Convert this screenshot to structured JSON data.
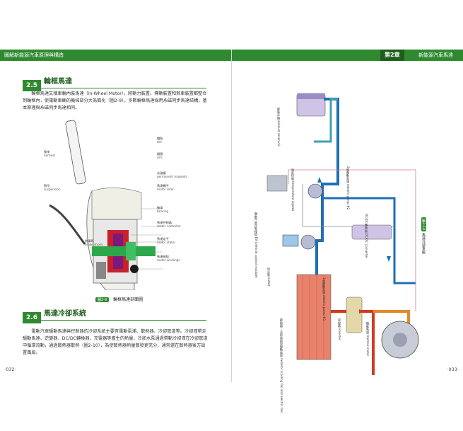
{
  "left": {
    "header": "圖解新能源汽車原理與構造",
    "sec1": {
      "num": "2.5",
      "title": "輪框馬達",
      "text": "輪框馬達又稱車輪內裝馬達（In-Wheel Motor），將動力裝置、傳動裝置和煞車裝置都整合到輪框內，使電動車輛的機械部分大為簡化（圖2-9）。多數輪框馬達採用永磁同步馬達結構，基本原理與永磁同步馬達相同。"
    },
    "figure1": {
      "labels": {
        "tire": {
          "zh": "輪胎",
          "en": "tire"
        },
        "rim": {
          "zh": "鋼圈",
          "en": "rim"
        },
        "magnet": {
          "zh": "永磁鐵",
          "en": "permanent magnets"
        },
        "rotor": {
          "zh": "馬達轉子",
          "en": "motor rotor"
        },
        "bearing": {
          "zh": "軸承",
          "en": "bearing"
        },
        "controller": {
          "zh": "馬達控制器",
          "en": "motor controller"
        },
        "stator": {
          "zh": "馬達定子",
          "en": "motor stator"
        },
        "windings": {
          "zh": "馬達繞組",
          "en": "motor windings"
        },
        "harness": {
          "zh": "線束",
          "en": "harness"
        },
        "suspension": {
          "zh": "懸吊",
          "en": "suspension"
        },
        "brake": {
          "zh": "煞車蹄",
          "en": "brake shoes"
        }
      },
      "caption_num": "圖2-9",
      "caption": "輪框馬達剖面圖"
    },
    "sec2": {
      "num": "2.6",
      "title": "馬達冷卻系統",
      "text": "電動汽車驅動馬達與控制器的冷卻系統主要有電動泵浦、散熱器、冷卻管道等。冷卻液帶走驅動馬達、逆變器、DC/DC轉換器、充電器等產生的熱量，冷卻水泵通過帶動冷卻液在冷卻管道中循環流動，通過散熱器散熱（圖2-10），為使散熱器熱量散發更充分，通常還在散熱器後方設置風扇。"
    },
    "page_number": "‧032‧"
  },
  "right": {
    "chapter": "第2章",
    "chapter_title": "新能源汽車馬達",
    "figure2": {
      "labels": {
        "reservoir": {
          "zh": "膨脹水箱",
          "en": "exhaust reservoir"
        },
        "temp_signal": {
          "zh": "溫度信號",
          "en": "temperature signals"
        },
        "pump2": {
          "zh": "2號電動泵浦",
          "en": "electric pump #2"
        },
        "control_module": {
          "zh": "電動汽車控制模組",
          "en": "EV (vehicle control module)"
        },
        "dcdc": {
          "zh": "DC/DC轉換器",
          "en": "DC/DC converter"
        },
        "outlet": {
          "zh": "出水管",
          "en": "outlet"
        },
        "pump1": {
          "zh": "1號電動泵浦",
          "en": "electric pump #1"
        },
        "radiator": {
          "zh": "散熱器：冷卻風扇與電動風扇",
          "en": "radiator (cooling fan and electric fan)"
        },
        "inverter": {
          "zh": "逆變器",
          "en": "inverter"
        },
        "motor": {
          "zh": "驅動馬達",
          "en": "traction motor"
        }
      },
      "caption_num": "圖2-10",
      "caption": "馬達冷卻系統"
    },
    "page_number": "‧033‧"
  },
  "colors": {
    "brand_green": "#2f8a2f",
    "hot": "#d23a1e",
    "cold": "#1f6fb4"
  }
}
